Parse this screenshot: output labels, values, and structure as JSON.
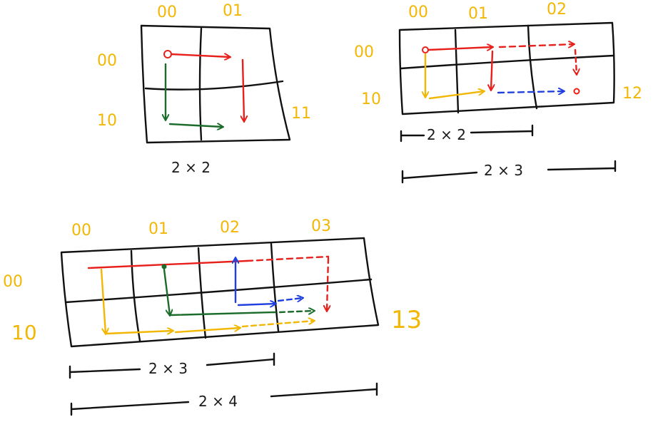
{
  "diagrams": [
    {
      "col_labels": [
        "00",
        "01"
      ],
      "row_labels": [
        "00",
        "10"
      ],
      "corner_label": "11",
      "caption": "2 × 2"
    },
    {
      "col_labels": [
        "00",
        "01",
        "02"
      ],
      "row_labels": [
        "00",
        "10"
      ],
      "corner_label": "12",
      "span_labels": [
        "2 × 2",
        "2 × 3"
      ]
    },
    {
      "col_labels": [
        "00",
        "01",
        "02",
        "03"
      ],
      "row_labels": [
        "00",
        "10"
      ],
      "corner_label": "13",
      "span_labels": [
        "2 × 3",
        "2 × 4"
      ]
    }
  ],
  "colors": {
    "label": "#f2b705",
    "red": "#e8201c",
    "green": "#1b6b2a",
    "yellow": "#f2b705",
    "blue": "#1f3fe0",
    "ink": "#111111"
  }
}
